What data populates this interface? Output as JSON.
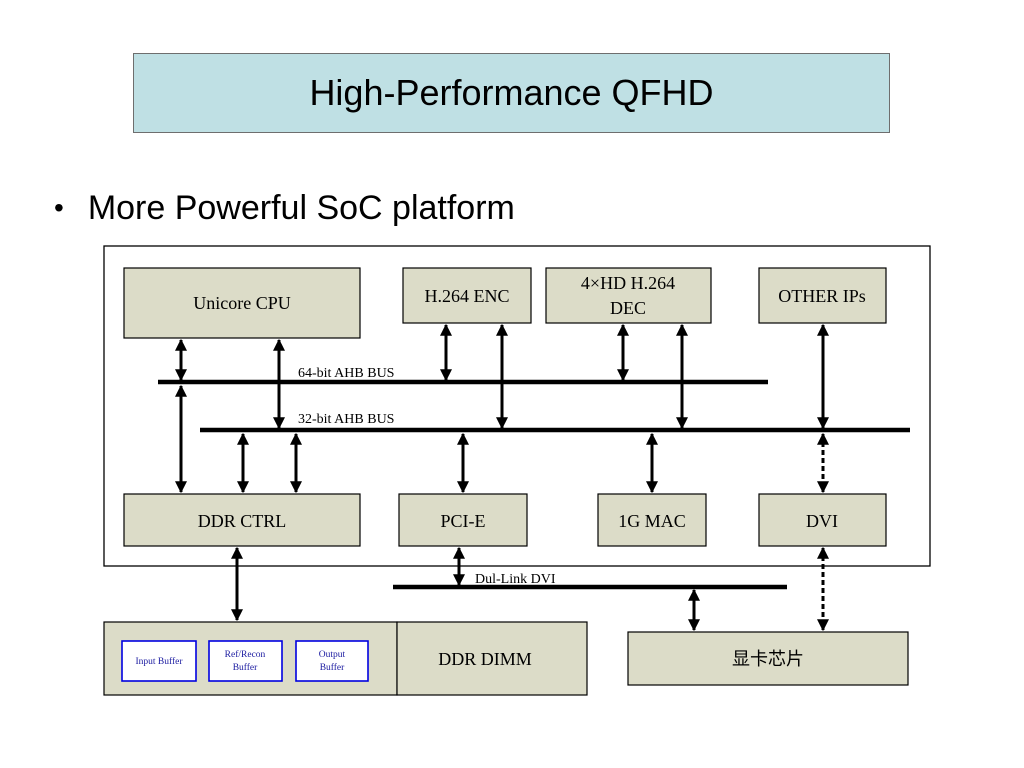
{
  "title": "High-Performance QFHD",
  "bullet": "More Powerful SoC platform",
  "blocks": {
    "cpu": "Unicore CPU",
    "enc": "H.264 ENC",
    "dec_line1": "4×HD H.264",
    "dec_line2": "DEC",
    "other": "OTHER IPs",
    "ddrctrl": "DDR CTRL",
    "pcie": "PCI-E",
    "mac": "1G MAC",
    "dvi": "DVI",
    "dimm": "DDR DIMM",
    "gpu": "显卡芯片"
  },
  "buffers": {
    "input": "Input Buffer",
    "refrecon_line1": "Ref/Recon",
    "refrecon_line2": "Buffer",
    "output_line1": "Output",
    "output_line2": "Buffer"
  },
  "buses": {
    "bus64": "64-bit AHB BUS",
    "bus32": "32-bit AHB BUS",
    "dvi_link": "Dul-Link DVI"
  },
  "colors": {
    "title_bg": "#bfe0e4",
    "block_fill": "#dcdcc8",
    "buffer_border": "#0000e0"
  }
}
